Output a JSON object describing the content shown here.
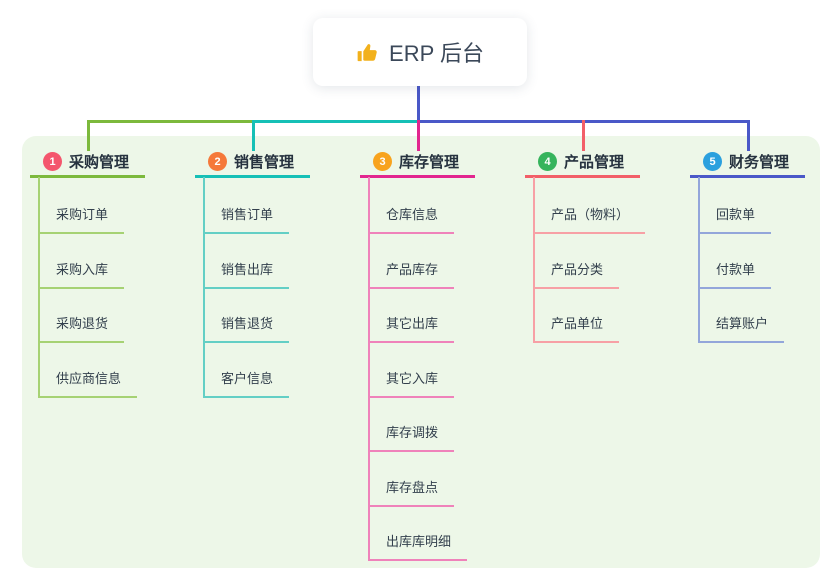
{
  "canvas": {
    "background": "#ffffff",
    "panel_color": "#edf7e8"
  },
  "root": {
    "label": "ERP 后台",
    "icon": "thumbs-up-icon",
    "icon_color": "#f2b11c"
  },
  "connector": {
    "root_line_color": "#4a58c8"
  },
  "branches": [
    {
      "index": "1",
      "label": "采购管理",
      "badge_color": "#f4566d",
      "line_color": "#7cb93c",
      "child_line_color": "#a6d273",
      "children": [
        "采购订单",
        "采购入库",
        "采购退货",
        "供应商信息"
      ]
    },
    {
      "index": "2",
      "label": "销售管理",
      "badge_color": "#f5793a",
      "line_color": "#16c0b6",
      "child_line_color": "#63cfc5",
      "children": [
        "销售订单",
        "销售出库",
        "销售退货",
        "客户信息"
      ]
    },
    {
      "index": "3",
      "label": "库存管理",
      "badge_color": "#f8a31d",
      "line_color": "#e2268f",
      "child_line_color": "#ef82ba",
      "children": [
        "仓库信息",
        "产品库存",
        "其它出库",
        "其它入库",
        "库存调拨",
        "库存盘点",
        "出库库明细"
      ]
    },
    {
      "index": "4",
      "label": "产品管理",
      "badge_color": "#36b45c",
      "line_color": "#f25f68",
      "child_line_color": "#f7a0a5",
      "children": [
        "产品（物料）",
        "产品分类",
        "产品单位"
      ]
    },
    {
      "index": "5",
      "label": "财务管理",
      "badge_color": "#2ba0de",
      "line_color": "#4a58c8",
      "child_line_color": "#93a6da",
      "children": [
        "回款单",
        "付款单",
        "结算账户"
      ]
    }
  ]
}
